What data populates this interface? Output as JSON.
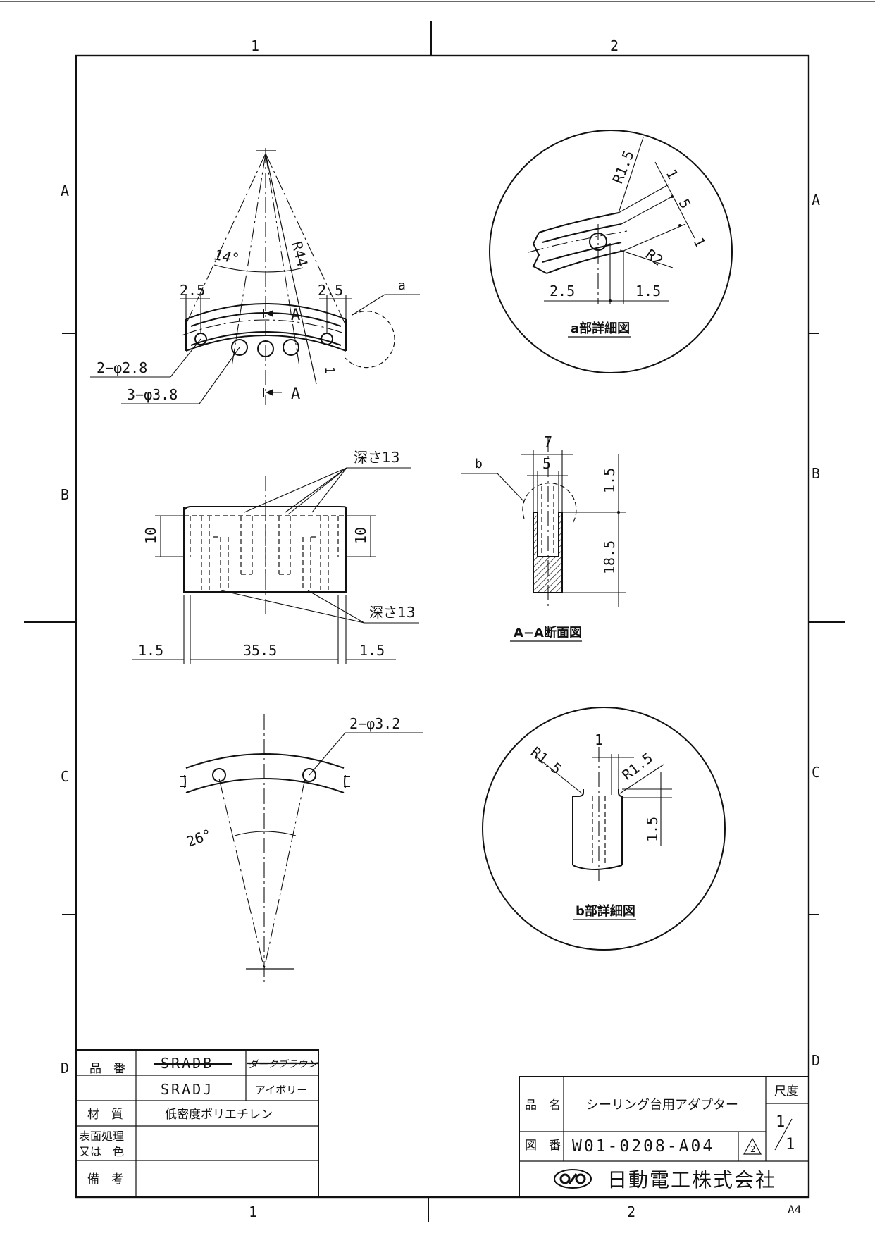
{
  "zones": {
    "col1": "1",
    "col2": "2",
    "rowA": "A",
    "rowB": "B",
    "rowC": "C",
    "rowD": "D",
    "sheet_size": "A4"
  },
  "top_view": {
    "angle": "14°",
    "radius": "R44",
    "dim_left": "2.5",
    "dim_right": "2.5",
    "detail_callout": "a",
    "holes_small": "2−φ2.8",
    "holes_large": "3−φ3.8",
    "section_mark_top": "A",
    "section_mark_bottom": "A",
    "side_dim": "1"
  },
  "front_view": {
    "depth_top": "深さ13",
    "depth_bottom": "深さ13",
    "height_left": "10",
    "height_right": "10",
    "width_left": "1.5",
    "width_center": "35.5",
    "width_right": "1.5"
  },
  "detail_a": {
    "r_top": "R1.5",
    "dim_1": "1",
    "dim_5": "5",
    "dim_1b": "1",
    "r_bottom": "R2",
    "dim_left": "2.5",
    "dim_right": "1.5",
    "caption": "a部詳細図"
  },
  "section_aa": {
    "width_outer": "7",
    "width_inner": "5",
    "callout": "b",
    "dim_top": "1.5",
    "dim_height": "18.5",
    "caption": "A−A断面図"
  },
  "bottom_view": {
    "holes": "2−φ3.2",
    "angle": "26°"
  },
  "detail_b": {
    "dim_width": "1",
    "r_left": "R1.5",
    "r_right": "R1.5",
    "dim_height": "1.5",
    "caption": "b部詳細図"
  },
  "material_table": {
    "label_part_no": "品　番",
    "part_no_old": "SRADB",
    "color_old": "ダークブラウン",
    "part_no": "SRADJ",
    "color": "アイボリー",
    "label_material": "材　質",
    "material": "低密度ポリエチレン",
    "label_surface_1": "表面処理",
    "label_surface_2": "又は　色",
    "surface": "",
    "label_remarks": "備　考",
    "remarks": ""
  },
  "title_block": {
    "label_name": "品　名",
    "name": "シーリング台用アダプター",
    "label_scale": "尺度",
    "scale_num": "1",
    "scale_den": "1",
    "label_drawing_no": "図　番",
    "drawing_no": "W01-0208-A04",
    "revision": "2",
    "company": "日動電工株式会社"
  },
  "colors": {
    "ink": "#111111",
    "paper": "#ffffff"
  }
}
